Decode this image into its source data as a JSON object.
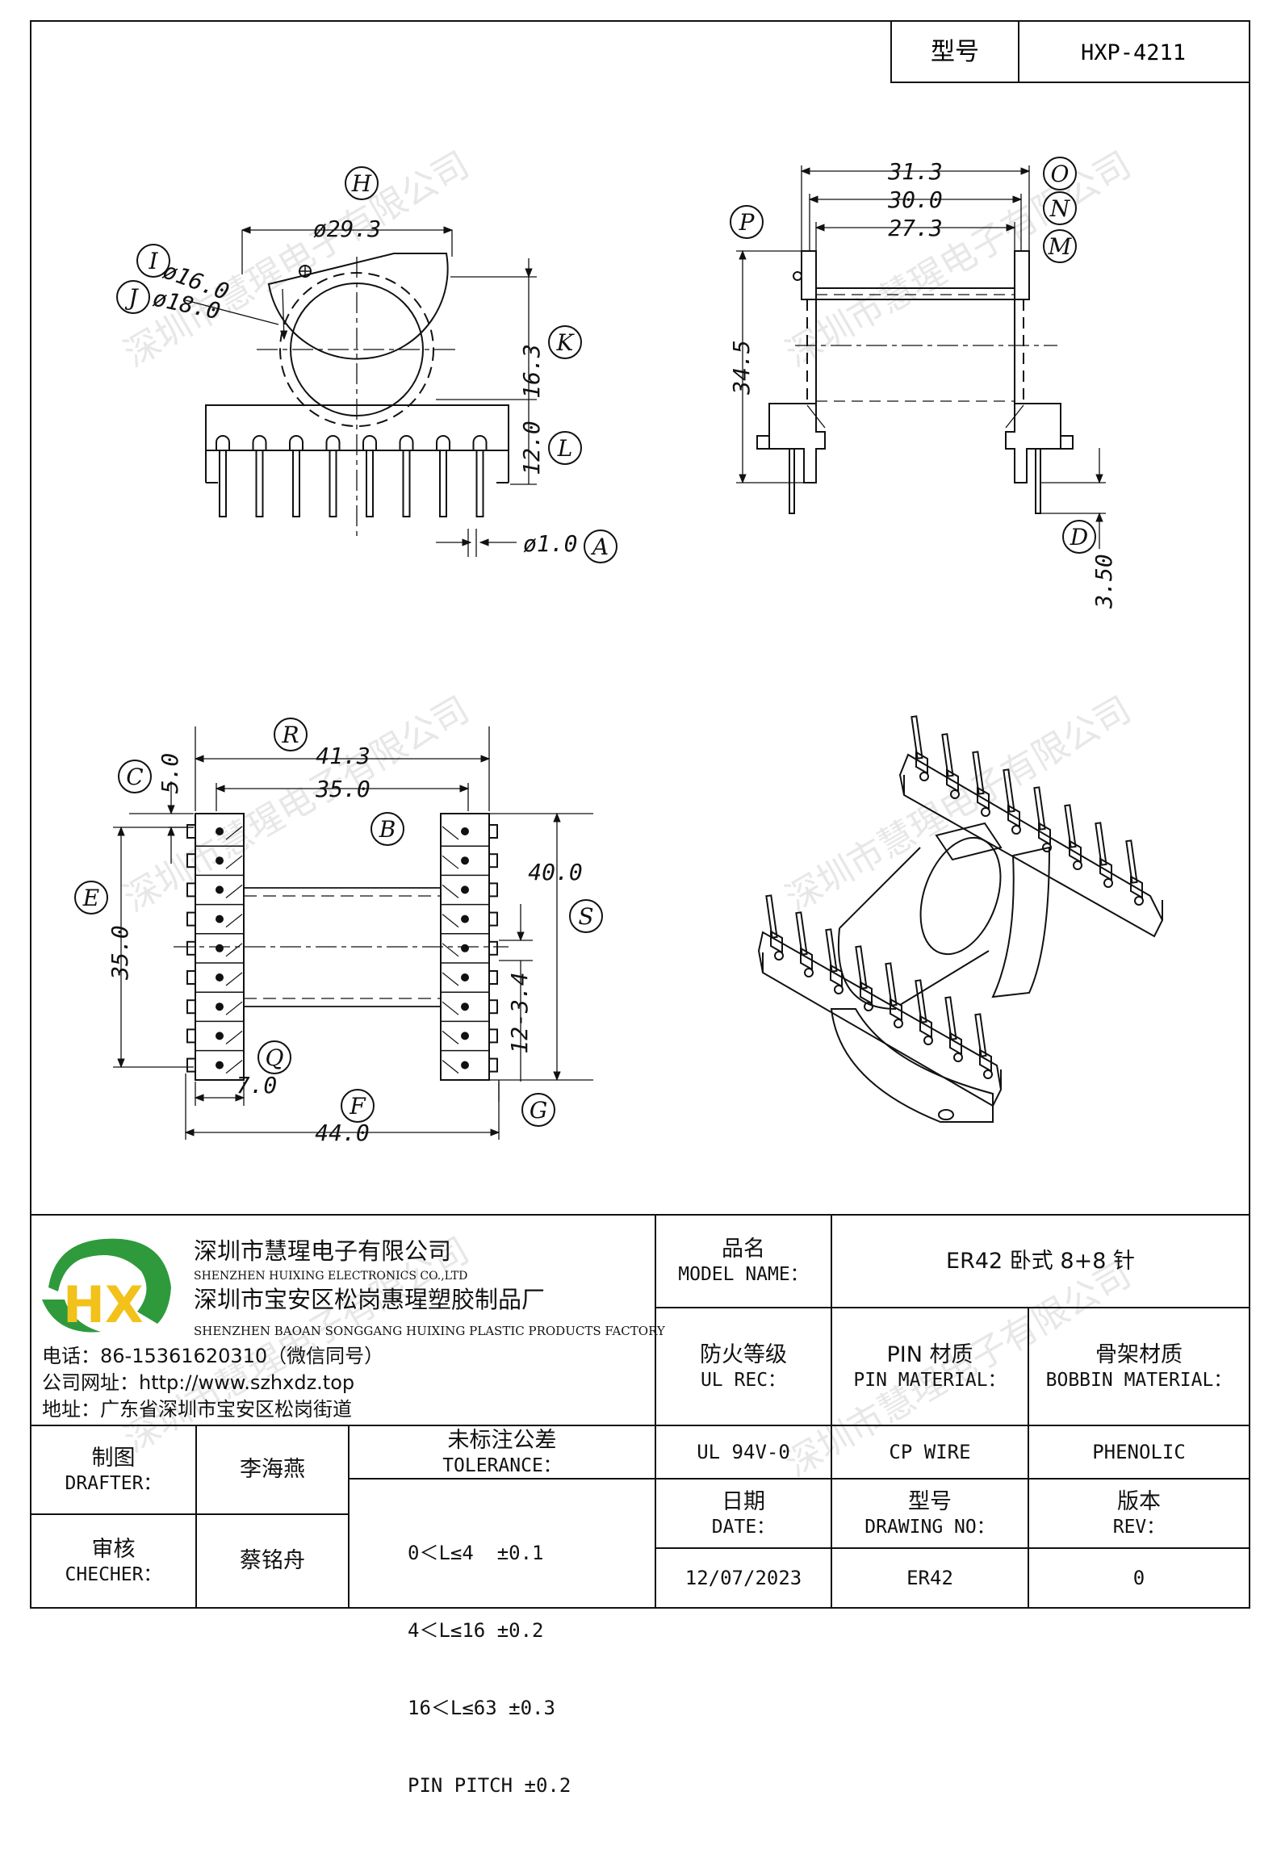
{
  "header": {
    "model_label": "型号",
    "model_value": "HXP-4211"
  },
  "drawing": {
    "callouts": [
      "H",
      "I",
      "J",
      "K",
      "L",
      "A",
      "P",
      "O",
      "N",
      "M",
      "D",
      "R",
      "C",
      "B",
      "E",
      "S",
      "Q",
      "F",
      "G"
    ],
    "dims": {
      "d29_3": "ø29.3",
      "d16_0": "ø16.0",
      "d18_0": "ø18.0",
      "h16_3": "16.3",
      "h12_0": "12.0",
      "d1_0": "ø1.0",
      "w31_3": "31.3",
      "w30_0": "30.0",
      "w27_3": "27.3",
      "h34_5": "34.5",
      "h3_50": "3.50",
      "w41_3": "41.3",
      "w35_0": "35.0",
      "h5_0": "5.0",
      "h40_0": "40.0",
      "h35_0": "35.0",
      "p12_3_4": "12-3.4",
      "w7_0": "7.0",
      "w44_0": "44.0"
    }
  },
  "watermark": "深圳市慧瑆电子有限公司",
  "company": {
    "logo_text": "HX",
    "name_cn": "深圳市慧瑆电子有限公司",
    "name_en": "SHENZHEN HUIXING ELECTRONICS CO.,LTD",
    "factory_cn": "深圳市宝安区松岗惠瑆塑胶制品厂",
    "factory_en": "SHENZHEN BAOAN SONGGANG HUIXING PLASTIC PRODUCTS FACTORY",
    "phone": "电话：86-15361620310（微信同号）",
    "website": "公司网址：http://www.szhxdz.top",
    "address": "地址：广东省深圳市宝安区松岗街道"
  },
  "titleblock": {
    "model_name_cn": "品名",
    "model_name_en": "MODEL NAME：",
    "model_name_value": "ER42 卧式 8+8 针",
    "ul_cn": "防火等级",
    "ul_en": "UL REC：",
    "pin_cn": "PIN 材质",
    "pin_en": "PIN MATERIAL：",
    "bobbin_cn": "骨架材质",
    "bobbin_en": "BOBBIN MATERIAL：",
    "ul_value": "UL 94V-0",
    "pin_value": "CP WIRE",
    "bobbin_value": "PHENOLIC",
    "drafter_cn": "制图",
    "drafter_en": "DRAFTER：",
    "drafter_name": "李海燕",
    "checker_cn": "审核",
    "checker_en": "CHECHER：",
    "checker_name": "蔡铭舟",
    "tolerance_cn": "未标注公差",
    "tolerance_en": "TOLERANCE：",
    "tolerance_rows": [
      "0＜L≤4  ±0.1",
      "4＜L≤16 ±0.2",
      "16＜L≤63 ±0.3",
      "PIN PITCH ±0.2"
    ],
    "date_cn": "日期",
    "date_en": "DATE：",
    "date_value": "12/07/2023",
    "drawing_no_cn": "型号",
    "drawing_no_en": "DRAWING NO：",
    "drawing_no_value": "ER42",
    "rev_cn": "版本",
    "rev_en": "REV：",
    "rev_value": "0"
  }
}
